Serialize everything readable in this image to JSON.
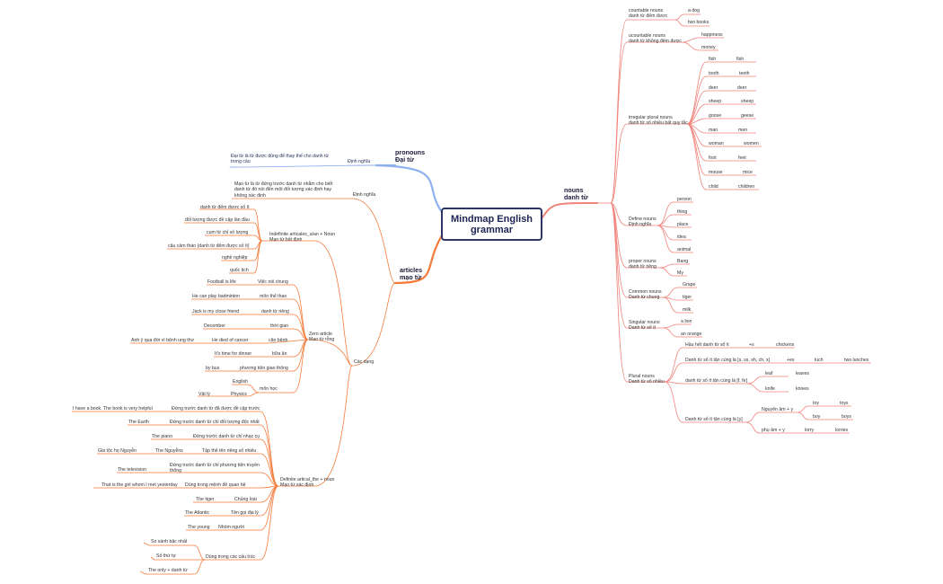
{
  "root": {
    "line1": "Mindmap English",
    "line2": "grammar"
  },
  "colors": {
    "orange": "#f47b3a",
    "pink": "#f0827a",
    "blue": "#8fb1f0",
    "root_border": "#2e3566"
  },
  "pronouns": {
    "title1": "pronouns",
    "title2": "Đại từ",
    "dinh_nghia": "Định nghĩa",
    "def_text1": "Đại từ là từ được dùng để thay thế cho danh từ",
    "def_text2": "trong câu"
  },
  "articles": {
    "title1": "articles",
    "title2": "mạo từ",
    "dinh_nghia": "Định nghĩa",
    "def_text": [
      "Mạo từ là từ đứng trước danh từ nhằm cho biết",
      "danh từ đó nói đến một đối tượng xác định hay",
      "không xác định"
    ],
    "cac_dang": "Các dạng",
    "indefinite": {
      "t1": "Indefinite articales_a/an + Noun",
      "t2": "Mạo từ bất định",
      "items": [
        "danh từ đếm được số ít",
        "đối tượng được đề cập lần đầu",
        "cụm từ chỉ số lượng",
        "câu cảm thán (danh từ đếm được số ít)",
        "nghề nghiệp",
        "quốc tịch"
      ]
    },
    "zero": {
      "t1": "Zero article",
      "t2": "Mạo từ rỗng",
      "rows": [
        {
          "label": "Việc nói chung",
          "ex": "Football is life"
        },
        {
          "label": "môn thể thao",
          "ex": "He can play badminton"
        },
        {
          "label": "danh từ riêng",
          "ex": "Jack is my close friend"
        },
        {
          "label": "thời gian",
          "ex": "December"
        },
        {
          "label": "căn bệnh",
          "ex": "He died of cancer",
          "ex2": "Anh ý qua đời vì bệnh ung thư"
        },
        {
          "label": "bữa ăn",
          "ex": "It's time for dinner"
        },
        {
          "label": "phương tiện giao thông",
          "ex": "by bus"
        }
      ],
      "mon_hoc": "môn học",
      "mon_hoc_items": [
        "English",
        "Physics"
      ],
      "vat_ly": "Vật lý"
    },
    "definite": {
      "t1": "Definite artical_the + noun",
      "t2": "Mạo từ xác định",
      "rows": [
        {
          "label": "Đứng trước danh từ đã được đề cập trước",
          "ex": "I have a book. The book is very helpful"
        },
        {
          "label": "Đứng trước danh từ chỉ đối tượng độc nhất",
          "ex": "The Earth"
        },
        {
          "label": "Đứng trước danh từ chỉ nhạc cụ",
          "ex": "The piano"
        },
        {
          "label": "Tập thể tên riêng số nhiều",
          "ex": "The Nguyễns",
          "ex2": "Gia tộc họ Nguyễn"
        },
        {
          "label1": "Đứng trước danh từ chỉ phương tiện truyền",
          "label2": "thông",
          "ex": "The television"
        },
        {
          "label": "Dùng trong mệnh đề quan hệ",
          "ex": "That is the girl whom I met yesterday"
        },
        {
          "label": "Chủng loài",
          "ex": "The tiger"
        },
        {
          "label": "Tên gọi địa lý",
          "ex": "The Atlantic"
        },
        {
          "label": "Nhóm người",
          "ex": "The young"
        }
      ],
      "struct": "Dùng trong các cấu trúc",
      "struct_items": [
        "So sánh bậc nhất",
        "Số thứ tự",
        "The only + danh từ"
      ]
    }
  },
  "nouns": {
    "title1": "nouns",
    "title2": "danh từ",
    "countable": {
      "t1": "countable nouns",
      "t2": "danh từ đếm được",
      "items": [
        "a dog",
        "two books"
      ]
    },
    "uncountable": {
      "t1": "ucountable nouns",
      "t2": "danh từ không đếm được",
      "items": [
        "happiness",
        "money"
      ]
    },
    "irregular": {
      "t1": "irregular plural nouns",
      "t2": "danh từ số nhiều bất quy tắc",
      "pairs": [
        [
          "fish",
          "fish"
        ],
        [
          "tooth",
          "teeth"
        ],
        [
          "deer",
          "deer"
        ],
        [
          "sheep",
          "sheep"
        ],
        [
          "goose",
          "geese"
        ],
        [
          "man",
          "men"
        ],
        [
          "woman",
          "women"
        ],
        [
          "foot",
          "feet"
        ],
        [
          "mouse",
          "mice"
        ],
        [
          "child",
          "children"
        ]
      ]
    },
    "define": {
      "t1": "Define nouns",
      "t2": "Định nghĩa",
      "items": [
        "person",
        "thing",
        "place",
        "idea",
        "animal"
      ]
    },
    "proper": {
      "t1": "proper nouns",
      "t2": "danh từ riêng",
      "items": [
        "Bang",
        "My"
      ]
    },
    "common": {
      "t1": "Common nouns",
      "t2": "Danh từ chung",
      "items": [
        "Grape",
        "tiger",
        "milk"
      ]
    },
    "singular": {
      "t1": "Singular nouns",
      "t2": "Danh từ số ít",
      "items": [
        "a lion",
        "an orange"
      ]
    },
    "plural": {
      "t1": "Plural nouns",
      "t2": "Danh từ số nhiều",
      "r1": {
        "label": "Hầu hết danh từ số ít",
        "suffix": "+s",
        "ex": "chickens"
      },
      "r2": {
        "label": "Danh từ số ít tận cùng là [s, ss, sh, ch, x]",
        "suffix": "+es",
        "ex1": "luch",
        "ex2": "two lunches"
      },
      "r3": {
        "label": "danh từ số ít tận cùng là [f, fe]",
        "pairs": [
          [
            "leaf",
            "leaves"
          ],
          [
            "knife",
            "knives"
          ]
        ]
      },
      "r4": {
        "label": "Danh từ số ít tận cùng là [y]",
        "sub1": "Nguyên âm + y",
        "sub1_pairs": [
          [
            "toy",
            "toys"
          ],
          [
            "boy",
            "boys"
          ]
        ],
        "sub2": "phụ âm + y",
        "sub2_pair": [
          "lorry",
          "lorries"
        ]
      }
    }
  }
}
